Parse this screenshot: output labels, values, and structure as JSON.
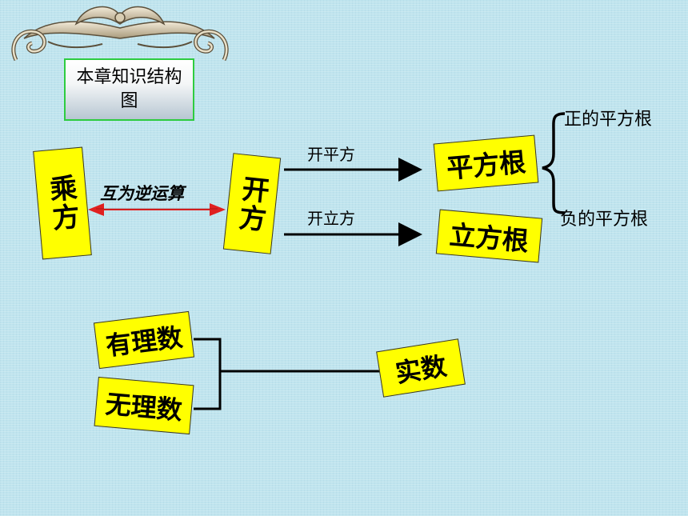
{
  "header": {
    "title": "本章知识结构图"
  },
  "ops": {
    "power": "乘方",
    "inverse": "互为逆运算",
    "root": "开方",
    "sqrt_op": "开平方",
    "cbrt_op": "开立方"
  },
  "results": {
    "square_root": "平方根",
    "cube_root": "立方根",
    "positive_root": "正的平方根",
    "negative_root": "负的平方根"
  },
  "numbers": {
    "rational": "有理数",
    "irrational": "无理数",
    "real": "实数"
  },
  "colors": {
    "box_fill": "#ffff00",
    "background": "#bfe4ee",
    "title_border": "#2ecc40",
    "arrow": "#000000",
    "double_arrow": "#e02020"
  }
}
